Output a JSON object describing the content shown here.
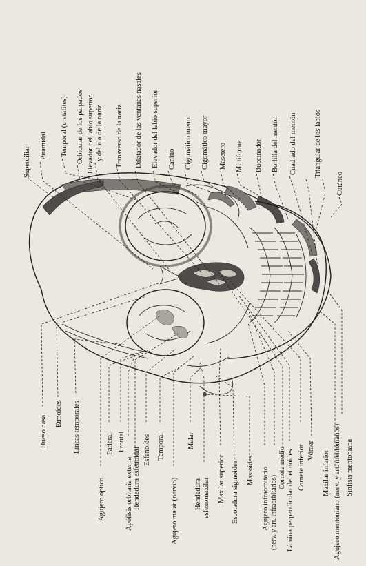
{
  "labels_top": [
    "Superciliar",
    "Piramidal",
    "Temporal (c·vtáfites)",
    "Orbicular de los párpados",
    "Elevador del labio superior",
    "y del ala de la nariz",
    "Transverso de la nariz",
    "Dilatador de las ventanas nasales",
    "Elevador del labio superior",
    "Canino",
    "Cigomático menor",
    "Cigomático mayor",
    "Masetero",
    "Mirtiforme",
    "Buccinador",
    "Borlilla del mentón",
    "Cuadrado del mentón",
    "Triangular de los labios",
    "Cutáneo"
  ],
  "labels_bottom": [
    "Hueso nasal",
    "Etmoides",
    "Líneas temporales",
    "Agujero óptico",
    "Parietal",
    "Frontal",
    "Apófisis orbitaria externa",
    "Hendedura esfenoidal",
    "Esfenoides",
    "Temporal",
    "Agujero malar (nervio)",
    "Malar",
    "Hendedura",
    "esfenomaxilar",
    "Maxilar superior",
    "Escotadura sigmoidea",
    "Mastoides",
    "Agujero infraorbitario",
    "(nerv. y art. infraorbitarios)",
    "Cornete medio",
    "Lámina perpendicular del etmoides",
    "Cornete inferior",
    "Vómer",
    "Maxilar inferior",
    "Agujero mentoniano (nerv. y art. mentonianos)",
    "Sínfisis mentoniana"
  ],
  "colors": {
    "paper": "#ece8e0",
    "ink": "#141414",
    "muscle": "#7d7a76",
    "muscle_dark": "#4f4c49"
  }
}
